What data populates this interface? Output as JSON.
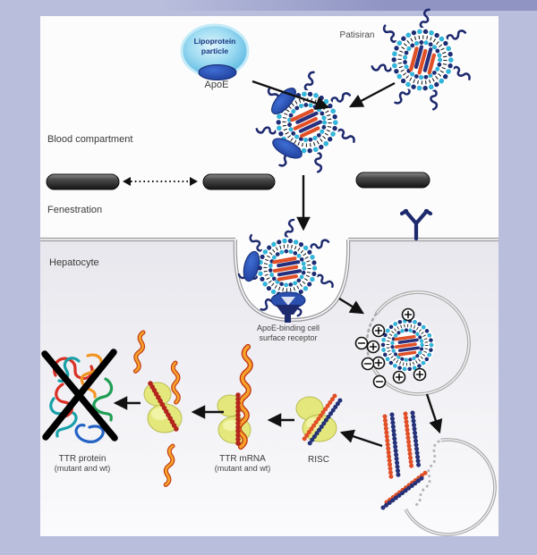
{
  "figure": {
    "regions": {
      "blood_compartment": "Blood compartment",
      "fenestration": "Fenestration",
      "hepatocyte": "Hepatocyte"
    },
    "molecules": {
      "lipoprotein_line1": "Lipoprotein",
      "lipoprotein_line2": "particle",
      "apoe": "ApoE",
      "patisiran": "Patisiran",
      "receptor_line1": "ApoE-binding cell",
      "receptor_line2": "surface receptor",
      "risc": "RISC",
      "ttr_mrna_line1": "TTR mRNA",
      "ttr_mrna_line2": "(mutant and wt)",
      "ttr_protein_line1": "TTR protein",
      "ttr_protein_line2": "(mutant and wt)"
    },
    "symbols": {
      "positive_charge": "+",
      "negative_charge": "−"
    },
    "colors": {
      "border": "#b9bedd",
      "lnp_cyan": "#2fb9dc",
      "lnp_navy": "#1c2d74",
      "sirna_orange": "#e14f26",
      "sirna_navy": "#253178",
      "mrna_orange": "#f7a22b",
      "risc_yellow": "#e4e77b",
      "apoe_blue": "#2a50b0",
      "lipoprotein_blue": "#9fdcf2",
      "membrane_gray": "#9d9da1",
      "endothelial_dark": "#2a2a2a"
    }
  }
}
